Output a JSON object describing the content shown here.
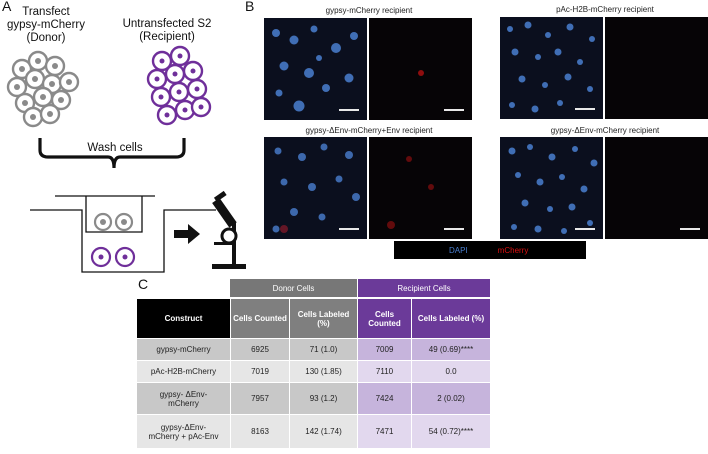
{
  "panel_a": {
    "letter": "A",
    "donor_label": "Transfect\ngypsy-mCherry\n(Donor)",
    "recipient_label": "Untransfected S2\n(Recipient)",
    "wash_label": "Wash cells",
    "colors": {
      "donor": "#8a8a8a",
      "recipient": "#6f2f9a"
    }
  },
  "panel_b": {
    "letter": "B",
    "captions": {
      "gypsy_mcherry": "gypsy-mCherry recipient",
      "pac_h2b": "pAc-H2B-mCherry recipient",
      "denv_env": "gypsy-ΔEnv-mCherry+Env recipient",
      "denv": "gypsy-ΔEnv-mCherry recipient"
    },
    "legend": {
      "dapi": "DAPI",
      "mcherry": "mCherry"
    },
    "colors": {
      "dapi": "#4a7fd0",
      "mcherry": "#e01010"
    }
  },
  "panel_c": {
    "letter": "C",
    "groups": {
      "donor": "Donor Cells",
      "recipient": "Recipient  Cells"
    },
    "headers": {
      "construct": "Construct",
      "cells_counted": "Cells Counted",
      "cells_labeled": "Cells  Labeled (%)"
    },
    "rows": [
      {
        "construct": "gypsy-mCherry",
        "d_counted": "6925",
        "d_labeled": "71 (1.0)",
        "r_counted": "7009",
        "r_labeled": "49 (0.69)****"
      },
      {
        "construct": "pAc-H2B-mCherry",
        "d_counted": "7019",
        "d_labeled": "130 (1.85)",
        "r_counted": "7110",
        "r_labeled": "0.0"
      },
      {
        "construct": "gypsy- ΔEnv-\nmCherry",
        "d_counted": "7957",
        "d_labeled": "93 (1.2)",
        "r_counted": "7424",
        "r_labeled": "2 (0.02)"
      },
      {
        "construct": "gypsy-ΔEnv-\nmCherry + pAc-Env",
        "d_counted": "8163",
        "d_labeled": "142 (1.74)",
        "r_counted": "7471",
        "r_labeled": "54 (0.72)****"
      }
    ]
  }
}
